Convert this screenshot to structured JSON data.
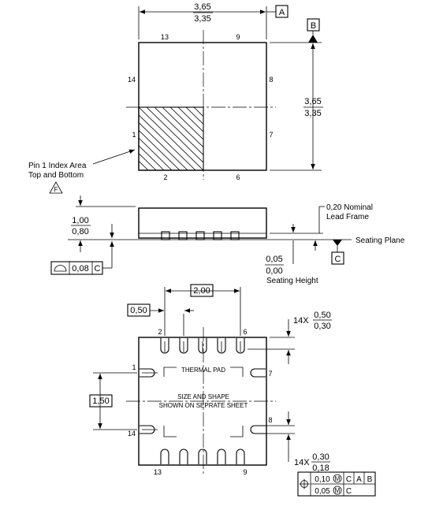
{
  "top_view": {
    "width_max": "3,65",
    "width_min": "3,35",
    "height_max": "3,65",
    "height_min": "3,35",
    "datum_a": "A",
    "datum_b": "B",
    "pin_13": "13",
    "pin_9": "9",
    "pin_14": "14",
    "pin_8": "8",
    "pin_1": "1",
    "pin_7": "7",
    "pin_2": "2",
    "pin_6": "6",
    "index_note_line1": "Pin 1 Index Area",
    "index_note_line2": "Top and Bottom",
    "index_flag": "F"
  },
  "side_view": {
    "height_max": "1,00",
    "height_min": "0,80",
    "lead_frame_line1": "0,20 Nominal",
    "lead_frame_line2": "Lead Frame",
    "seating_plane": "Seating Plane",
    "datum_c": "C",
    "standoff_max": "0,05",
    "standoff_min": "0,00",
    "seating_height": "Seating Height",
    "flatness_value": "0,08",
    "flatness_datum": "C"
  },
  "bottom_view": {
    "pitch_span": "2,00",
    "pitch": "0,50",
    "lead_length_qty": "14X",
    "lead_length_max": "0,50",
    "lead_length_min": "0,30",
    "lead_width_qty": "14X",
    "lead_width_max": "0,30",
    "lead_width_min": "0,18",
    "row_span": "1,50",
    "pin_2": "2",
    "pin_6": "6",
    "pin_1": "1",
    "pin_7": "7",
    "pin_14": "14",
    "pin_8": "8",
    "pin_13": "13",
    "pin_9": "9",
    "thermal_pad": "THERMAL PAD",
    "size_shape_line1": "SIZE AND SHAPE",
    "size_shape_line2": "SHOWN ON SEPRATE SHEET",
    "pos_tol_1": "0,10",
    "pos_tol_1_datum_1": "C",
    "pos_tol_1_datum_2": "A",
    "pos_tol_1_datum_3": "B",
    "pos_tol_2": "0,05",
    "pos_tol_2_datum_1": "C",
    "mmc_symbol": "M"
  }
}
